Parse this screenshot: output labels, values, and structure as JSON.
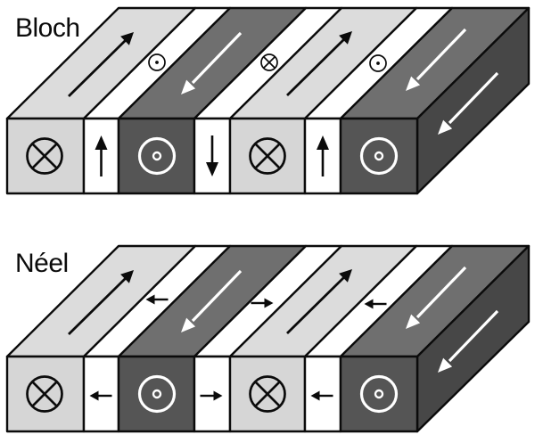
{
  "figure": {
    "background": "#ffffff",
    "colors": {
      "outline": "#0b0b0b",
      "domain_light": "#d6d6d6",
      "domain_light_top": "#dcdcdc",
      "domain_dark_front": "#555555",
      "domain_dark_top": "#6f6f6f",
      "side_face": "#474747",
      "wall_white": "#ffffff"
    },
    "diagrams": [
      {
        "label": "Bloch",
        "wall_type": "Bloch wall",
        "front_pattern": [
          {
            "type": "domain",
            "shade": "light",
            "symbol": "into-page"
          },
          {
            "type": "wall",
            "symbol": "arrow-up"
          },
          {
            "type": "domain",
            "shade": "dark",
            "symbol": "out-of-page"
          },
          {
            "type": "wall",
            "symbol": "arrow-down"
          },
          {
            "type": "domain",
            "shade": "light",
            "symbol": "into-page"
          },
          {
            "type": "wall",
            "symbol": "arrow-up"
          },
          {
            "type": "domain",
            "shade": "dark",
            "symbol": "out-of-page"
          }
        ],
        "top_domain_arrows": [
          "black-up-right",
          "white-down-left",
          "black-up-right",
          "white-down-left"
        ],
        "top_wall_symbols": [
          "out-of-page",
          "into-page",
          "out-of-page"
        ],
        "side_face_arrow": "white-down-left"
      },
      {
        "label": "Néel",
        "wall_type": "Néel wall",
        "front_pattern": [
          {
            "type": "domain",
            "shade": "light",
            "symbol": "into-page"
          },
          {
            "type": "wall",
            "symbol": "arrow-left"
          },
          {
            "type": "domain",
            "shade": "dark",
            "symbol": "out-of-page"
          },
          {
            "type": "wall",
            "symbol": "arrow-right"
          },
          {
            "type": "domain",
            "shade": "light",
            "symbol": "into-page"
          },
          {
            "type": "wall",
            "symbol": "arrow-left"
          },
          {
            "type": "domain",
            "shade": "dark",
            "symbol": "out-of-page"
          }
        ],
        "top_domain_arrows": [
          "black-up-right",
          "white-down-left",
          "black-up-right",
          "white-down-left"
        ],
        "top_wall_symbols": [
          "arrow-left",
          "arrow-right",
          "arrow-left"
        ],
        "side_face_arrow": "white-down-left"
      }
    ]
  }
}
